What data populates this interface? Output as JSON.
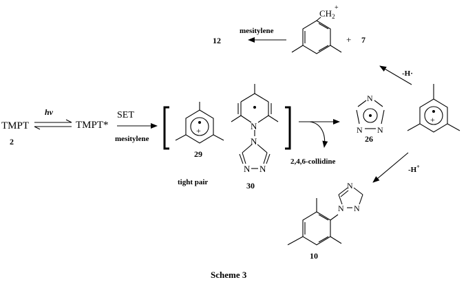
{
  "labels": {
    "tmpt": "TMPT",
    "tmpt_num": "2",
    "hv": "hv",
    "tmpt_star": "TMPT*",
    "set": "SET",
    "mesitylene_1": "mesitylene",
    "num_29": "29",
    "tight_pair": "tight pair",
    "num_30": "30",
    "collidine": "2,4,6-collidine",
    "num_26": "26",
    "mesitylene_2": "mesitylene",
    "num_12": "12",
    "ch2": "CH",
    "ch2_sub": "2",
    "ch2_charge": "+",
    "plus": "+",
    "num_7": "7",
    "minus_h_radical": "-H·",
    "minus_h_plus": "-H",
    "minus_h_plus_sup": "+",
    "num_10": "10",
    "caption": "Scheme 3"
  },
  "atoms": {
    "n": "N",
    "plus_sign": "+"
  }
}
